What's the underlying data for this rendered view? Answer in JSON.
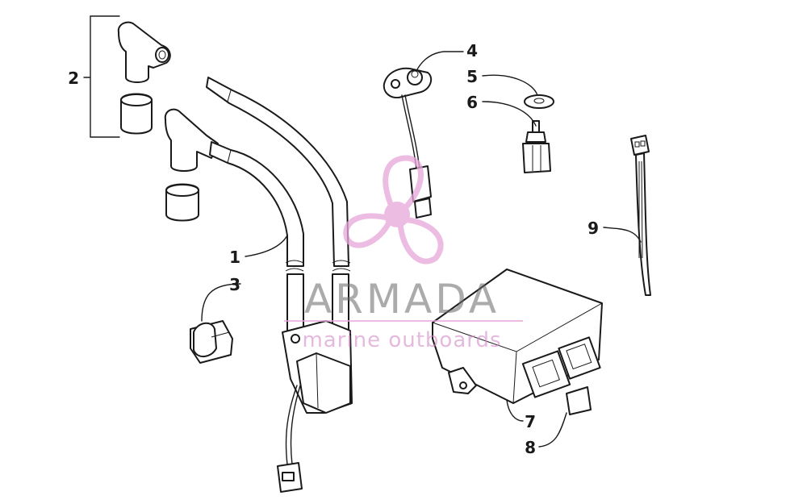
{
  "watermark": {
    "title": "ARMADA",
    "subtitle": "marine outboards"
  },
  "callouts": [
    {
      "id": "1",
      "label": "1"
    },
    {
      "id": "2",
      "label": "2"
    },
    {
      "id": "3",
      "label": "3"
    },
    {
      "id": "4",
      "label": "4"
    },
    {
      "id": "5",
      "label": "5"
    },
    {
      "id": "6",
      "label": "6"
    },
    {
      "id": "7",
      "label": "7"
    },
    {
      "id": "8",
      "label": "8"
    },
    {
      "id": "9",
      "label": "9"
    }
  ],
  "colors": {
    "ink": "#1a1a1a",
    "watermark_pink": "#e8a6da",
    "watermark_gray": "#6a6a6a"
  }
}
